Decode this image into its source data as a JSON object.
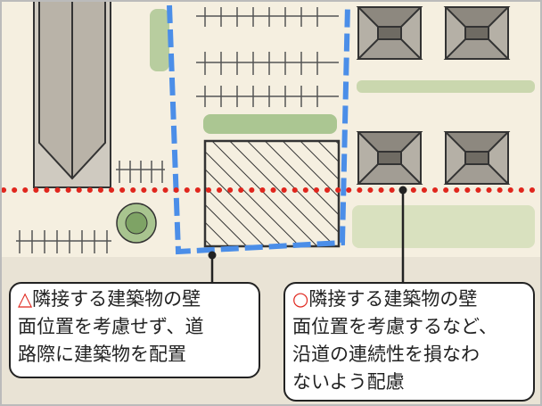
{
  "callouts": {
    "left": {
      "mark": "△",
      "lines": [
        "隣接する建築物の壁",
        "面位置を考慮せず、道",
        "路際に建築物を配置"
      ]
    },
    "right": {
      "mark": "○",
      "lines": [
        "隣接する建築物の壁",
        "面位置を考慮するなど、",
        "沿道の連続性を損なわ",
        "ないよう配慮"
      ]
    }
  },
  "colors": {
    "setback_line": "#e0261d",
    "site_boundary": "#4b8ee8",
    "mark": "#e0261d",
    "paper": "#faf6ec"
  },
  "icons": {
    "left_mark": "triangle-warning",
    "right_mark": "circle-ok"
  }
}
